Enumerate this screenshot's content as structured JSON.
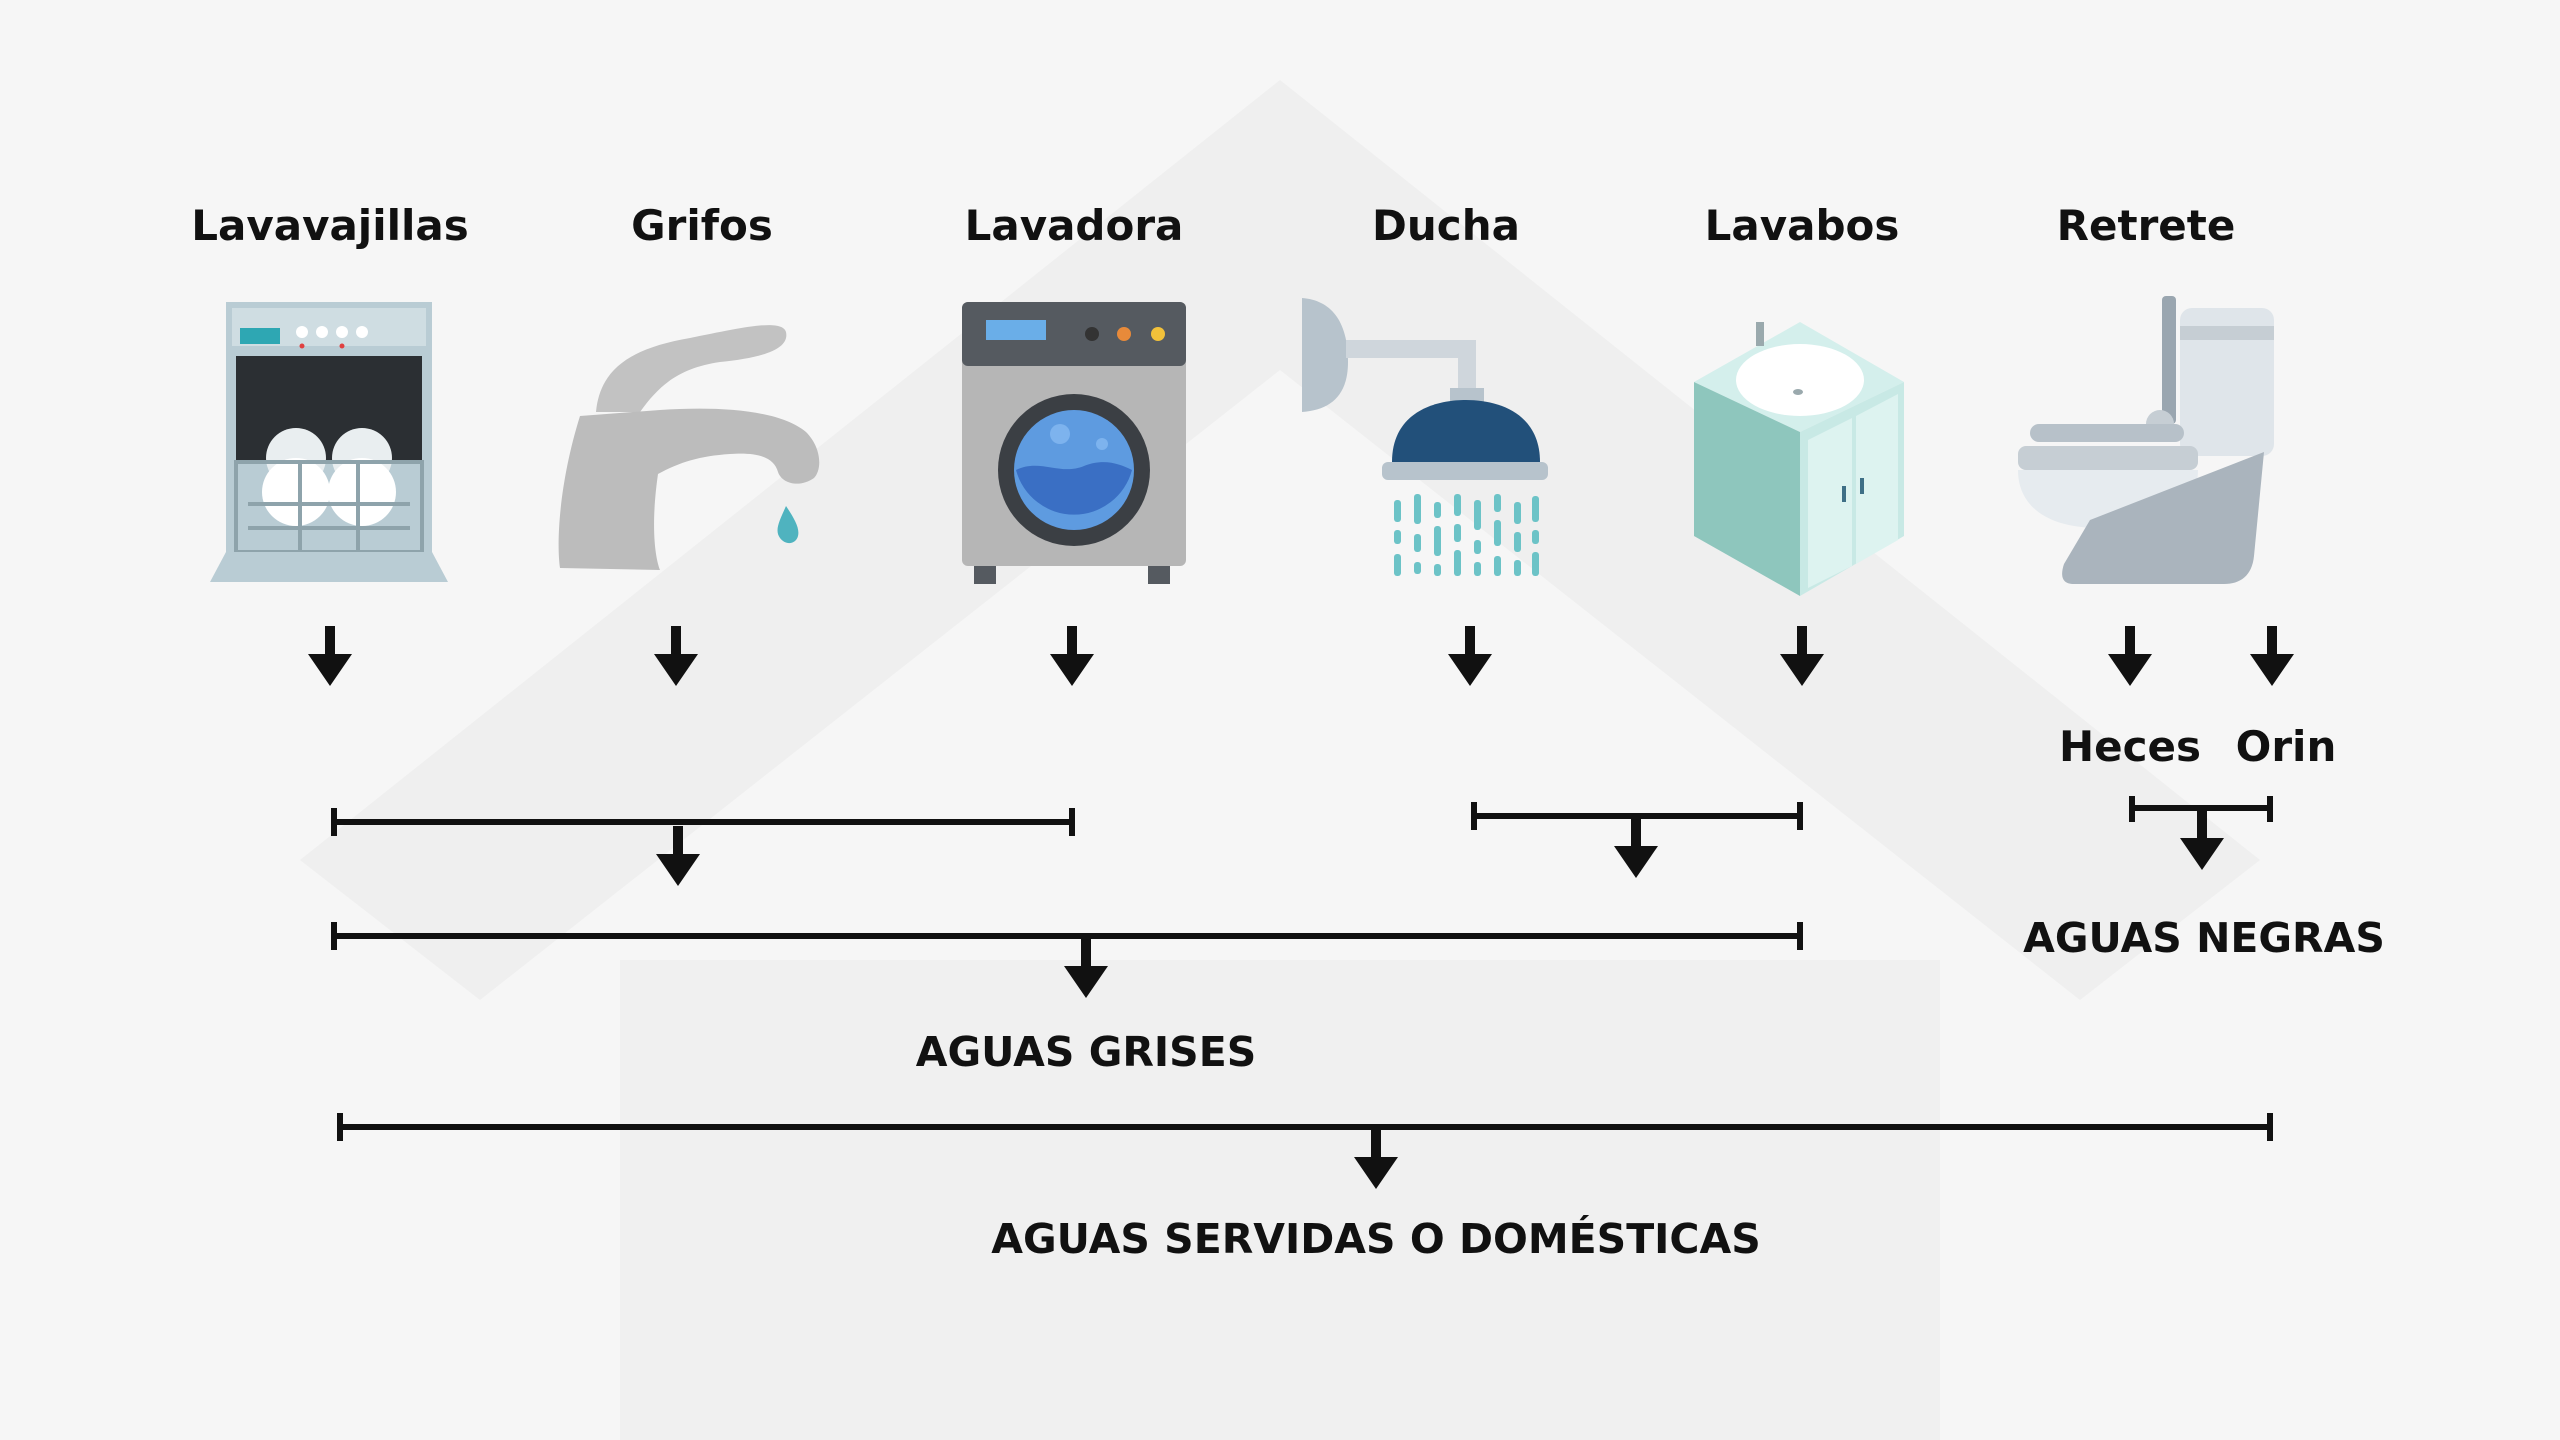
{
  "appliances": {
    "dishwasher": "Lavavajillas",
    "faucet": "Grifos",
    "washer": "Lavadora",
    "shower": "Ducha",
    "sink": "Lavabos",
    "toilet": "Retrete"
  },
  "toilet_outputs": {
    "feces": "Heces",
    "urine": "Orin"
  },
  "categories": {
    "black_water": "AGUAS NEGRAS",
    "gray_water": "AGUAS GRISES",
    "domestic_water": "AGUAS SERVIDAS O DOMÉSTICAS"
  },
  "colors": {
    "background": "#f6f6f6",
    "line": "#111111",
    "accent_teal": "#4fb3bf",
    "washer_drum": "#3a6fc4"
  }
}
